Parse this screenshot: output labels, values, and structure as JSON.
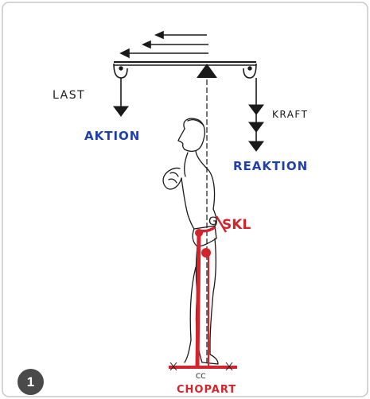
{
  "figure_number": "1",
  "labels": {
    "last": "LAST",
    "aktion": "AKTION",
    "kraft": "KRAFT",
    "reaktion": "REAKTION",
    "g": "G",
    "skl": "SKL",
    "cc": "CC",
    "chopart": "CHOPART"
  },
  "colors": {
    "ink": "#1a1a1a",
    "blue": "#1f3fae",
    "red": "#d4242b",
    "border": "#c8c8c8",
    "badge": "#4a4a4a"
  }
}
